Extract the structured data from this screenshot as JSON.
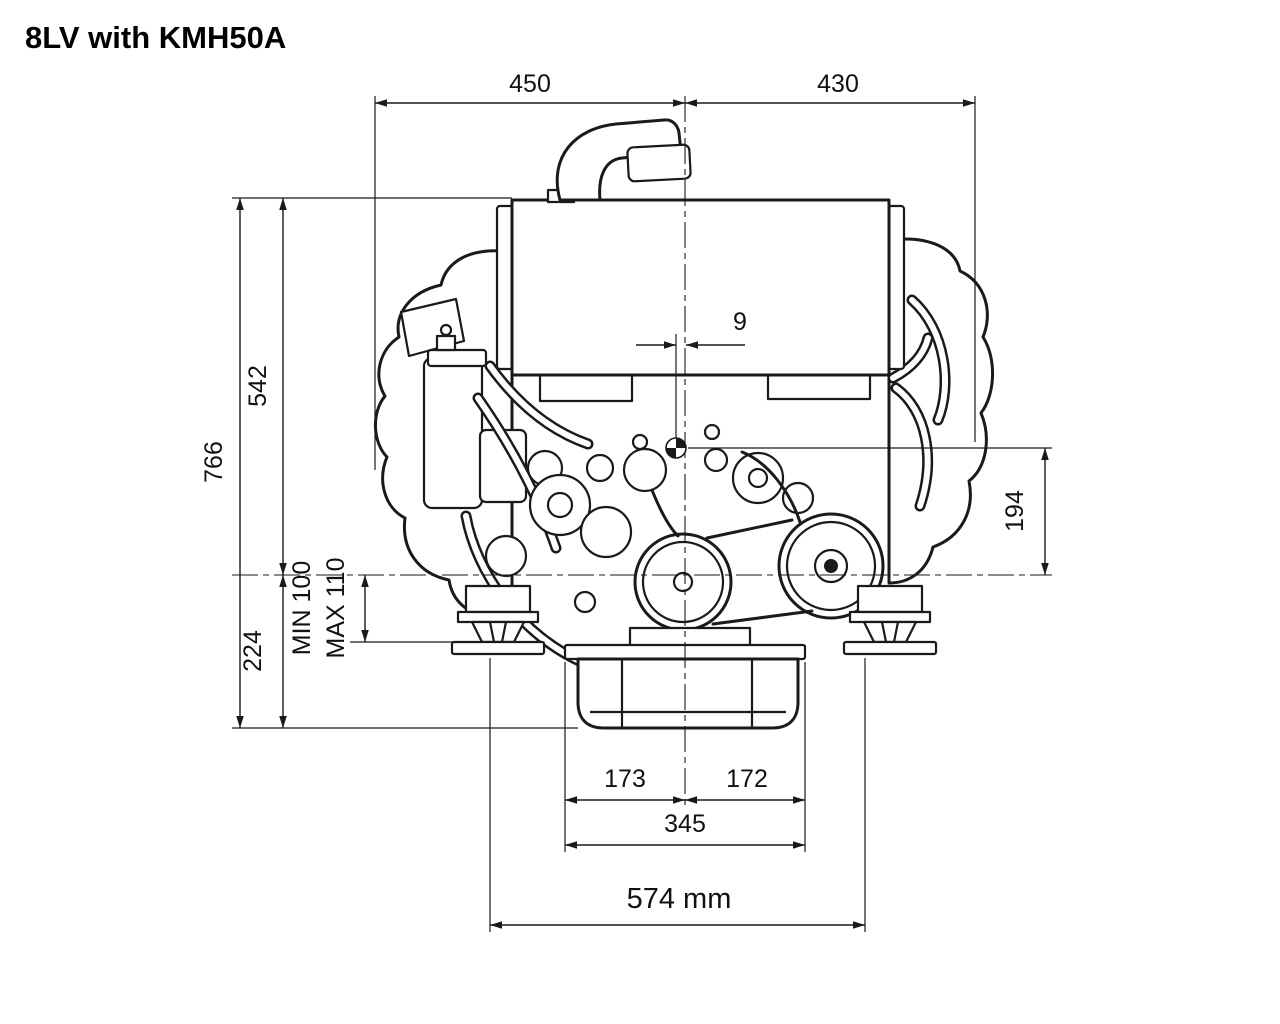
{
  "title": "8LV with KMH50A",
  "dimensions": {
    "top_left_width": "450",
    "top_right_width": "430",
    "overall_height": "766",
    "upper_height": "542",
    "lower_height": "224",
    "min_mount": "MIN 100",
    "max_mount": "MAX 110",
    "cog_offset": "9",
    "cog_height": "194",
    "mount_left": "173",
    "mount_right": "172",
    "mount_span": "345",
    "overall_width": "574 mm"
  },
  "colors": {
    "line": "#1a1a1a",
    "background": "#ffffff"
  }
}
